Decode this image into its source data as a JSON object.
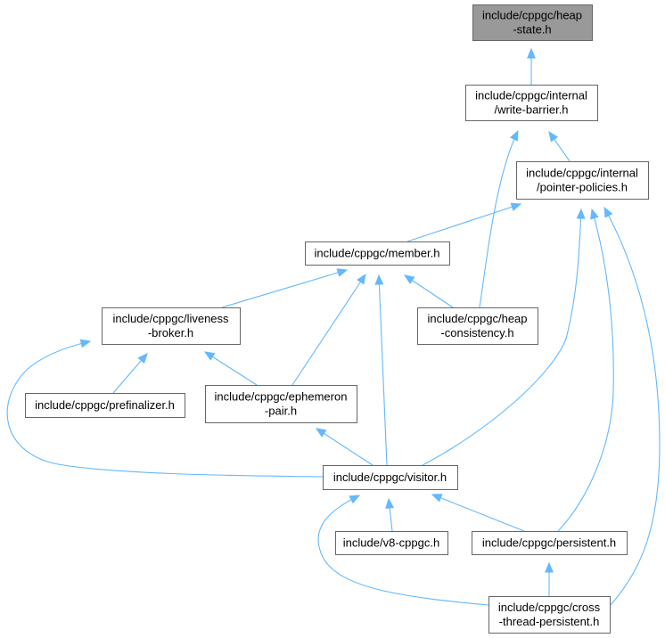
{
  "diagram": {
    "title": "",
    "edge_color": "#63b8ff",
    "root_fill": "#999999",
    "nodes": [
      {
        "id": "heap-state",
        "lines": [
          "include/cppgc/heap",
          "-state.h"
        ],
        "root": true
      },
      {
        "id": "write-barrier",
        "lines": [
          "include/cppgc/internal",
          "/write-barrier.h"
        ]
      },
      {
        "id": "pointer-policies",
        "lines": [
          "include/cppgc/internal",
          "/pointer-policies.h"
        ]
      },
      {
        "id": "member",
        "lines": [
          "include/cppgc/member.h"
        ]
      },
      {
        "id": "liveness-broker",
        "lines": [
          "include/cppgc/liveness",
          "-broker.h"
        ]
      },
      {
        "id": "heap-consistency",
        "lines": [
          "include/cppgc/heap",
          "-consistency.h"
        ]
      },
      {
        "id": "prefinalizer",
        "lines": [
          "include/cppgc/prefinalizer.h"
        ]
      },
      {
        "id": "ephemeron-pair",
        "lines": [
          "include/cppgc/ephemeron",
          "-pair.h"
        ]
      },
      {
        "id": "visitor",
        "lines": [
          "include/cppgc/visitor.h"
        ]
      },
      {
        "id": "v8-cppgc",
        "lines": [
          "include/v8-cppgc.h"
        ]
      },
      {
        "id": "persistent",
        "lines": [
          "include/cppgc/persistent.h"
        ]
      },
      {
        "id": "cross-thread-persistent",
        "lines": [
          "include/cppgc/cross",
          "-thread-persistent.h"
        ]
      }
    ],
    "edges": [
      {
        "from": "write-barrier",
        "to": "heap-state"
      },
      {
        "from": "pointer-policies",
        "to": "write-barrier"
      },
      {
        "from": "heap-consistency",
        "to": "write-barrier"
      },
      {
        "from": "member",
        "to": "pointer-policies"
      },
      {
        "from": "visitor",
        "to": "pointer-policies"
      },
      {
        "from": "persistent",
        "to": "pointer-policies"
      },
      {
        "from": "cross-thread-persistent",
        "to": "pointer-policies"
      },
      {
        "from": "liveness-broker",
        "to": "member"
      },
      {
        "from": "heap-consistency",
        "to": "member"
      },
      {
        "from": "ephemeron-pair",
        "to": "member"
      },
      {
        "from": "visitor",
        "to": "member"
      },
      {
        "from": "prefinalizer",
        "to": "liveness-broker"
      },
      {
        "from": "ephemeron-pair",
        "to": "liveness-broker"
      },
      {
        "from": "visitor",
        "to": "liveness-broker"
      },
      {
        "from": "visitor",
        "to": "ephemeron-pair"
      },
      {
        "from": "v8-cppgc",
        "to": "visitor"
      },
      {
        "from": "persistent",
        "to": "visitor"
      },
      {
        "from": "cross-thread-persistent",
        "to": "visitor"
      },
      {
        "from": "cross-thread-persistent",
        "to": "persistent"
      }
    ]
  }
}
